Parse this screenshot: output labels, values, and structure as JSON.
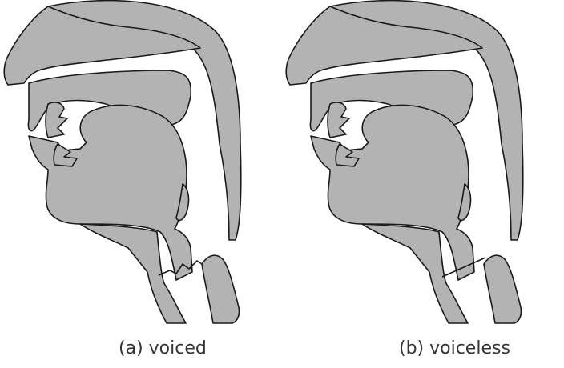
{
  "colors": {
    "tissue_fill": "#b3b3b3",
    "outline": "#1a1a1a",
    "background": "#ffffff"
  },
  "panels": [
    {
      "caption": "(a) voiced",
      "vocal_folds": "vibrating"
    },
    {
      "caption": "(b) voiceless",
      "vocal_folds": "open"
    }
  ]
}
